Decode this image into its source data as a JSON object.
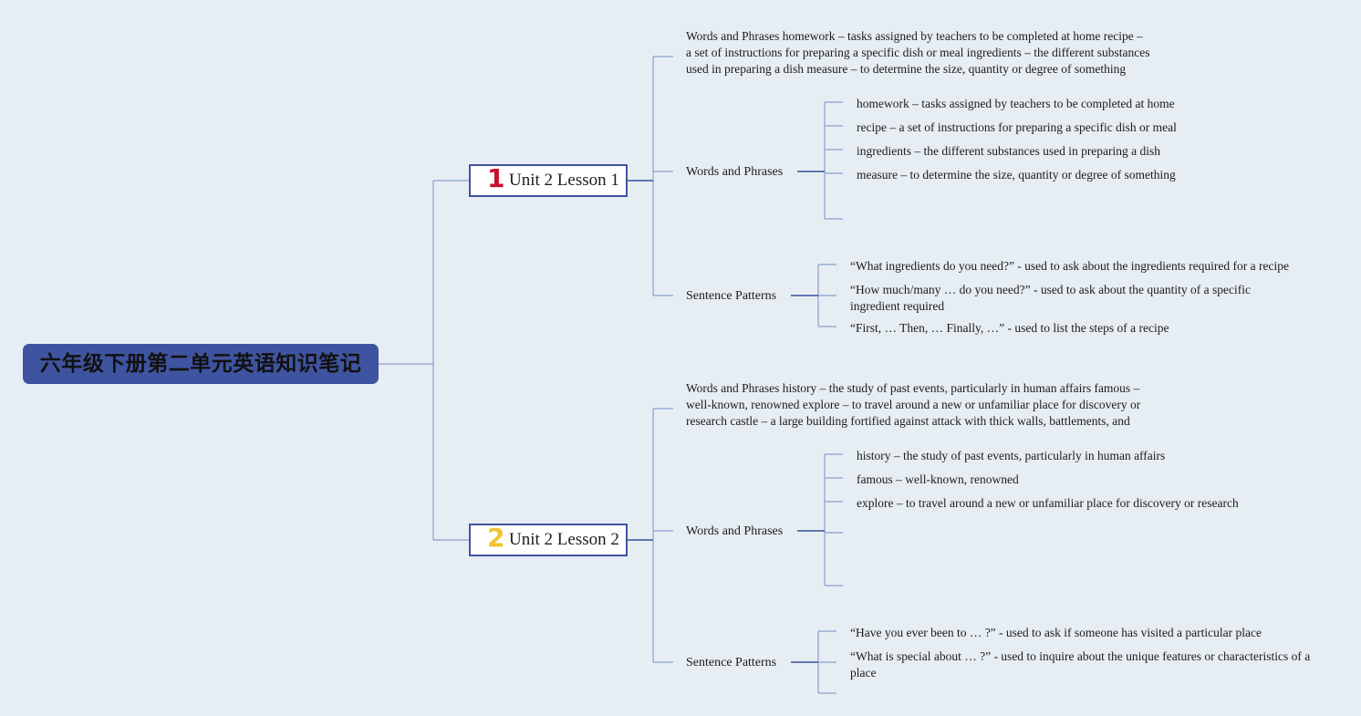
{
  "root": {
    "title": "六年级下册第二单元英语知识笔记"
  },
  "lessons": [
    {
      "number": "1",
      "number_color": "#c8102e",
      "title": "Unit 2 Lesson 1",
      "summary": "Words and Phrases homework – tasks assigned by teachers to be completed at home recipe – a set of instructions for preparing a specific dish or meal ingredients – the different substances used in preparing a dish measure – to determine the size, quantity or degree of something",
      "words_label": "Words and Phrases",
      "words": [
        "homework – tasks assigned by teachers to be completed at home",
        "recipe – a set of instructions for preparing a specific dish or meal",
        "ingredients – the different substances used in preparing a dish",
        "measure – to determine the size, quantity or degree of something"
      ],
      "patterns_label": "Sentence Patterns",
      "patterns": [
        "“What ingredients do you need?” - used to ask about the ingredients required for a recipe",
        "“How much/many … do you need?” - used to ask about the quantity of a specific ingredient required",
        "“First, … Then, … Finally, …” - used to list the steps of a recipe"
      ]
    },
    {
      "number": "2",
      "number_color": "#f2c230",
      "title": "Unit 2 Lesson 2",
      "summary": "Words and Phrases history – the study of past events, particularly in human affairs famous – well-known, renowned explore – to travel around a new or unfamiliar place for discovery or research castle – a large building fortified against attack with thick walls, battlements, and often a moat",
      "words_label": "Words and Phrases",
      "words": [
        "history – the study of past events, particularly in human affairs",
        "famous – well-known, renowned",
        "explore – to travel around a new or unfamiliar place for discovery or research"
      ],
      "patterns_label": "Sentence Patterns",
      "patterns": [
        "“Have you ever been to … ?” - used to ask if someone has visited a particular place",
        "“What is special about … ?” - used to inquire about the unique features or characteristics of a place"
      ]
    }
  ],
  "colors": {
    "accent": "#3f54a0",
    "connector": "#8a9fd0",
    "background": "#e7eef3"
  }
}
